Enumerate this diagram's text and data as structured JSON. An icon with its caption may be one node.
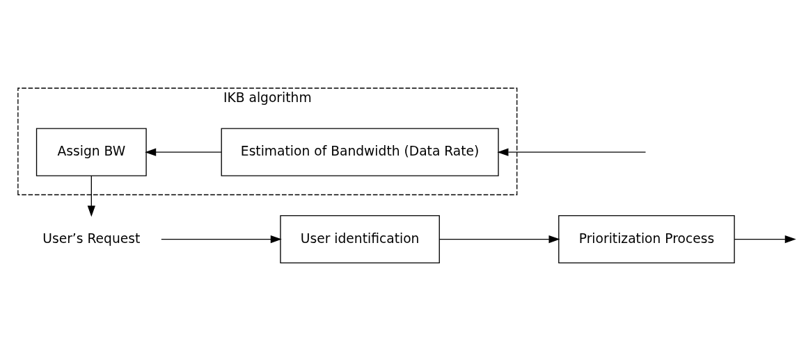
{
  "diagram": {
    "nodes": [
      {
        "text": [
          "User’s Request"
        ]
      },
      {
        "text": [
          "User identification"
        ]
      },
      {
        "text": [
          "Prioritization Process"
        ]
      },
      {
        "text": [
          "IKB algorithm"
        ]
      },
      {
        "text": [
          "Assign BW"
        ],
        "in": 3
      },
      {
        "text": [
          "Estimation of Bandwidth (Data Rate)"
        ],
        "in": 3
      }
    ],
    "edges": [
      {
        "from": 0,
        "to": 1,
        "arrow": "to"
      },
      {
        "from": 1,
        "to": 2,
        "arrow": "to"
      },
      {
        "from": 2,
        "to": null,
        "arrow": "to"
      },
      {
        "from": null,
        "to": 5,
        "arrow": "to"
      },
      {
        "from": 5,
        "to": 4,
        "arrow": "to"
      },
      {
        "from": 4,
        "to": 0,
        "arrow": "to"
      }
    ]
  }
}
